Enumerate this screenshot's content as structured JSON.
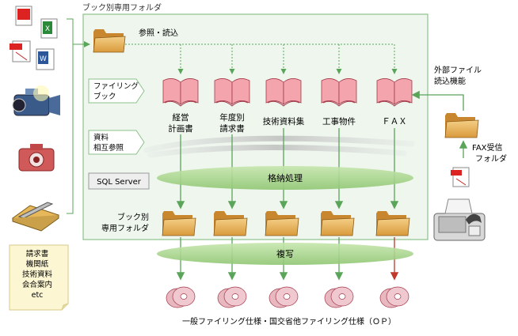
{
  "top_label": "ブック別専用フォルダ",
  "ref_label": "参照・読込",
  "filing_book_label": [
    "ファイリング",
    "ブック"
  ],
  "cross_ref_label": [
    "資料",
    "相互参照"
  ],
  "sql_server_label": "SQL Server",
  "store_label": "格納処理",
  "book_folder_label": [
    "ブック別",
    "専用フォルダ"
  ],
  "copy_label": "複写",
  "books": [
    {
      "label": [
        "経営",
        "計画書"
      ]
    },
    {
      "label": [
        "年度別",
        "請求書"
      ]
    },
    {
      "label": [
        "技術資料集"
      ]
    },
    {
      "label": [
        "工事物件"
      ]
    },
    {
      "label": [
        "ＦＡＸ"
      ]
    }
  ],
  "external_label": [
    "外部ファイル",
    "読込機能"
  ],
  "fax_folder_label": [
    "FAX受信",
    "フォルダ"
  ],
  "note_lines": [
    "請求書",
    "機関紙",
    "技術資料",
    "会合案内",
    "etc"
  ],
  "footer": "一般ファイリング仕様・国交省他ファイリング仕様（ＯＰ）",
  "colors": {
    "panel_bg": "#eef6ee",
    "panel_border": "#8cc28c",
    "ellipse": "#a9d58c",
    "arrow_green": "#5aa55a",
    "arrow_red": "#c0392b",
    "folder": "#e6b25a",
    "book": "#f2a0a8",
    "note_bg": "#fcf6d2"
  }
}
